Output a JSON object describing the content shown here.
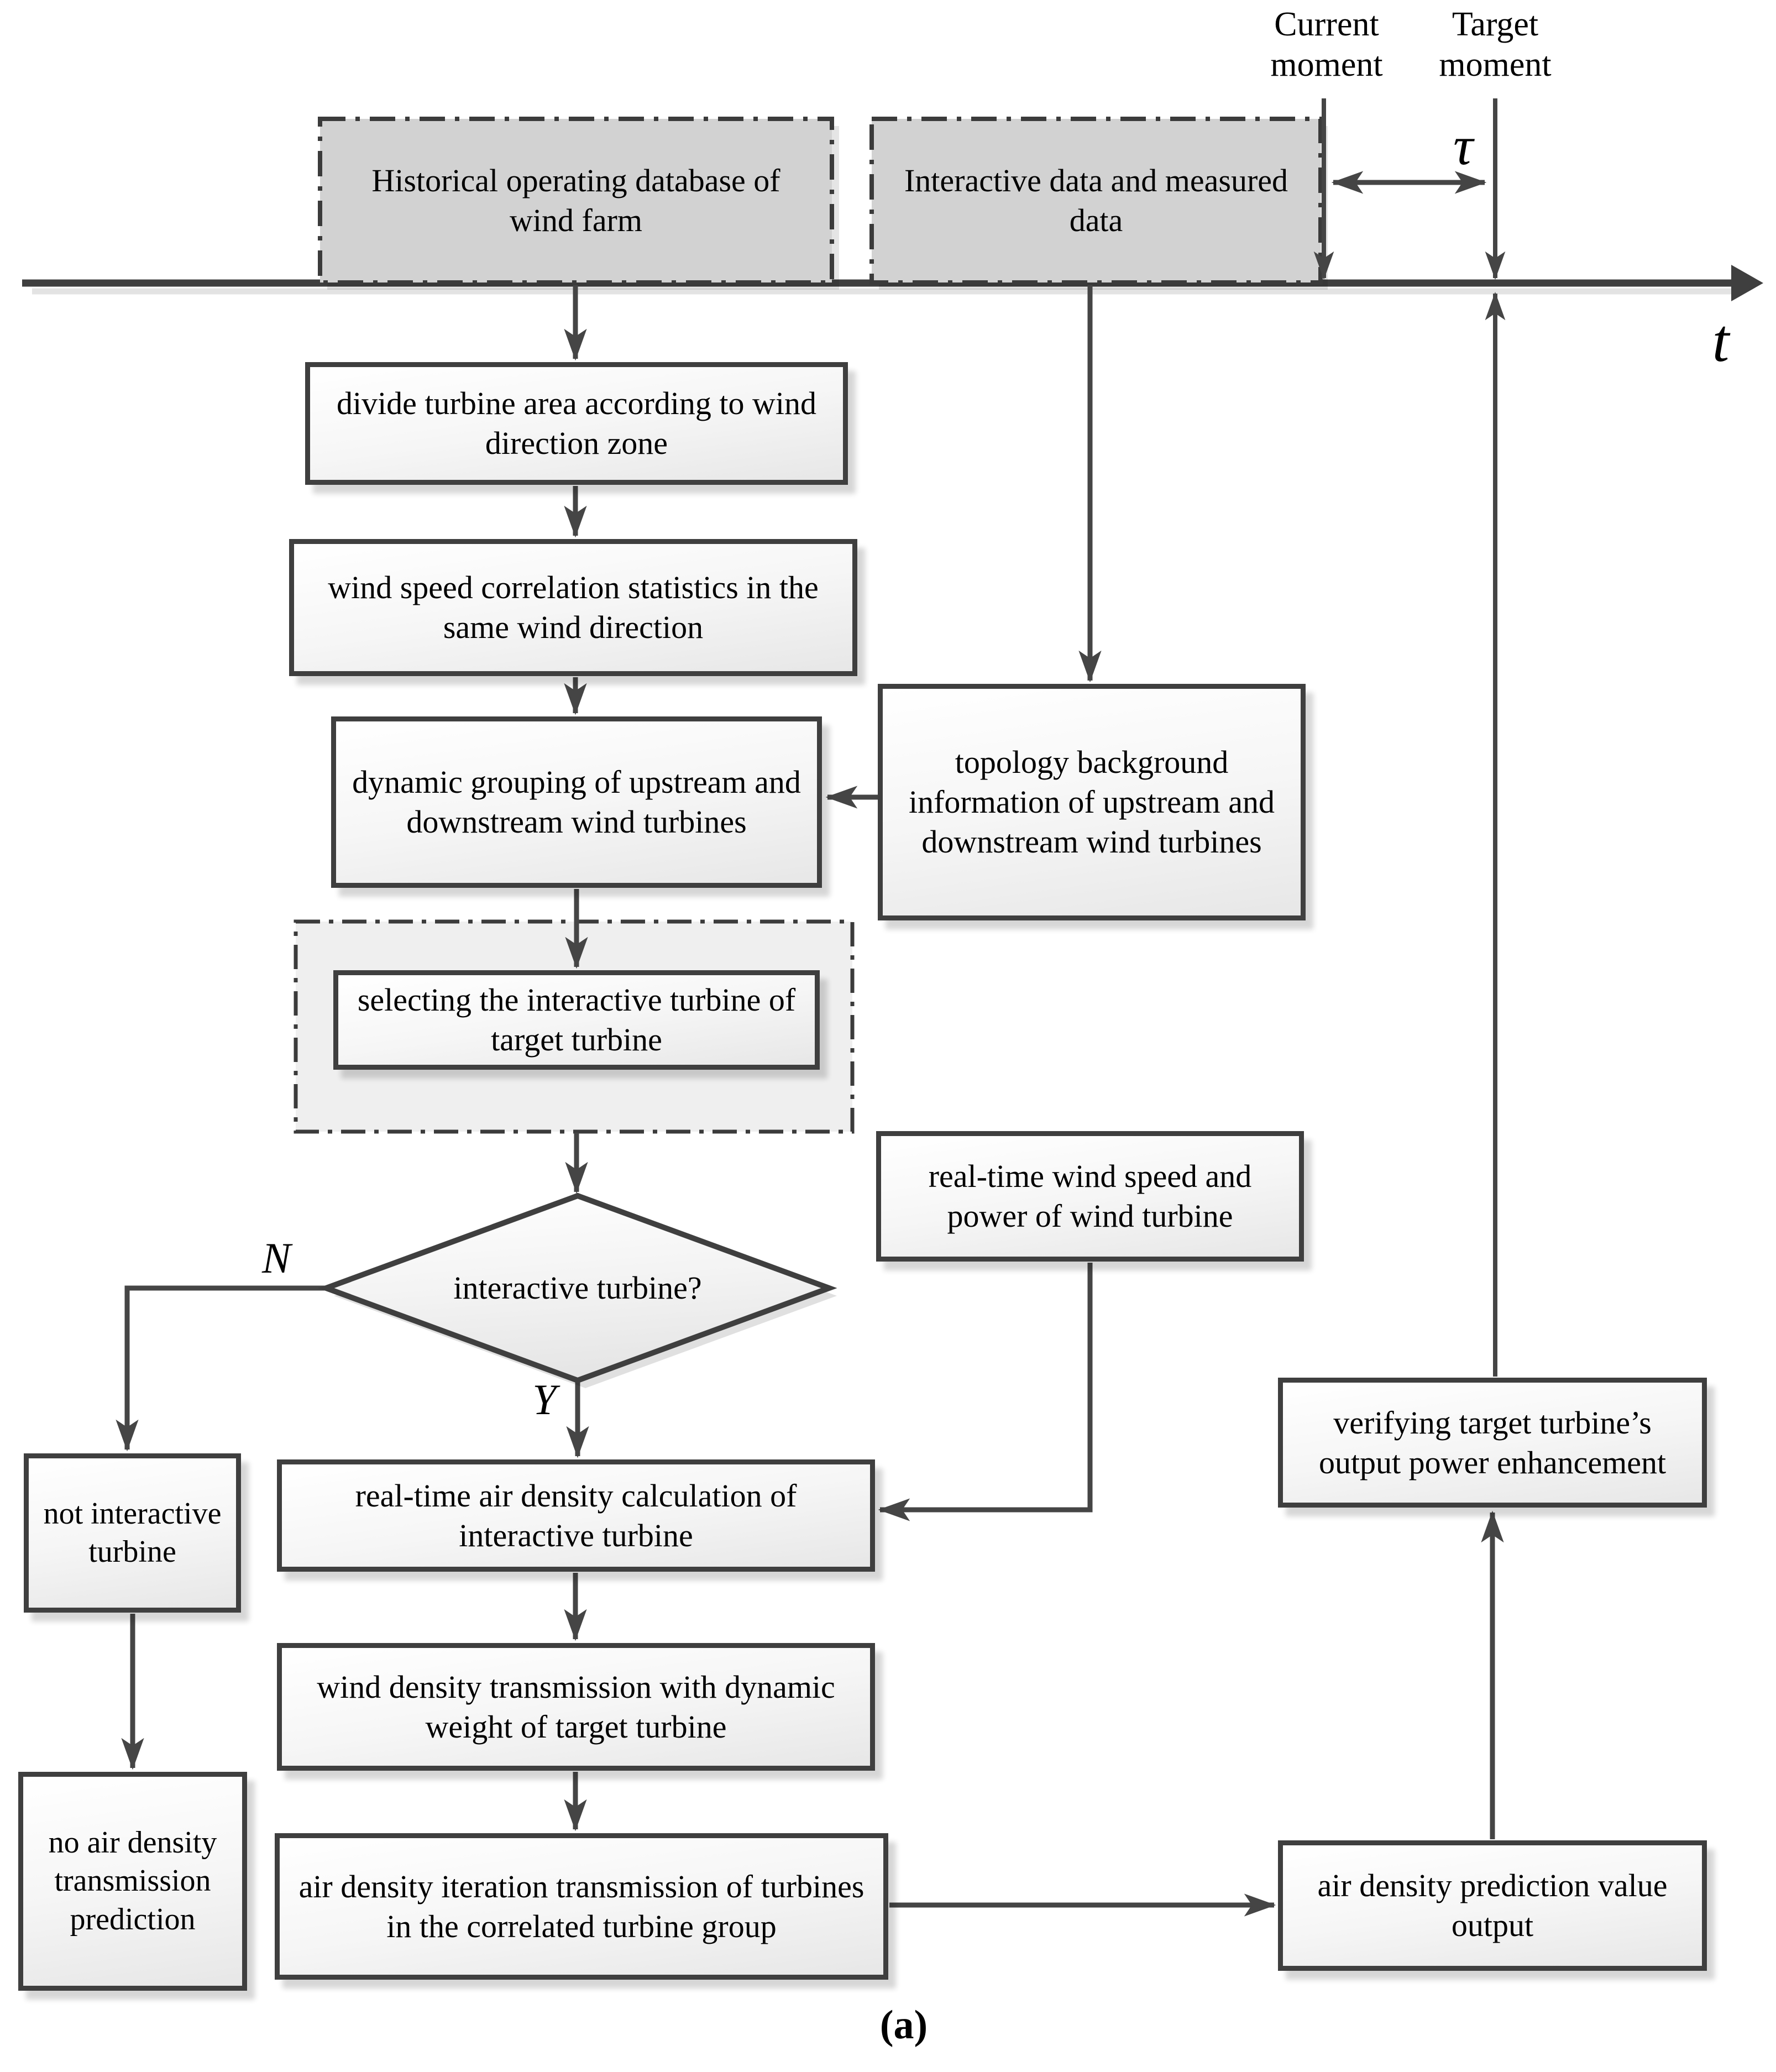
{
  "diagram": {
    "caption": "(a)",
    "timeline": {
      "current_moment": "Current moment",
      "target_moment": "Target moment",
      "tau": "τ",
      "axis": "t"
    },
    "branches": {
      "no": "N",
      "yes": "Y"
    },
    "nodes": {
      "historical_db": "Historical operating database of wind farm",
      "interactive_data": "Interactive data and measured data",
      "divide_area": "divide turbine area according to wind direction zone",
      "wind_speed_corr": "wind speed correlation statistics in the same wind direction",
      "dynamic_grouping": "dynamic grouping of upstream and downstream wind turbines",
      "topology_info": "topology background information of upstream and downstream wind turbines",
      "selecting_interactive": "selecting the interactive turbine of target turbine",
      "decision_interactive": "interactive turbine?",
      "realtime_wind_speed": "real-time wind speed and power of wind turbine",
      "not_interactive": "not interactive turbine",
      "realtime_air_density": "real-time air density calculation of interactive turbine",
      "wind_density_transmission": "wind density transmission with dynamic weight of target turbine",
      "no_air_density": "no air density transmission prediction",
      "air_density_iteration": "air density iteration transmission of turbines in the correlated turbine group",
      "air_density_prediction": "air density prediction value output",
      "verifying_output": "verifying target turbine’s output power enhancement"
    },
    "colors": {
      "line": "#454545",
      "box_border": "#3f3f3f",
      "dashed_box_fill": "#d2d2d2",
      "dashed_panel_fill": "#efefef",
      "box_fill_top": "#ffffff",
      "box_fill_bottom": "#e7e7e7"
    }
  }
}
